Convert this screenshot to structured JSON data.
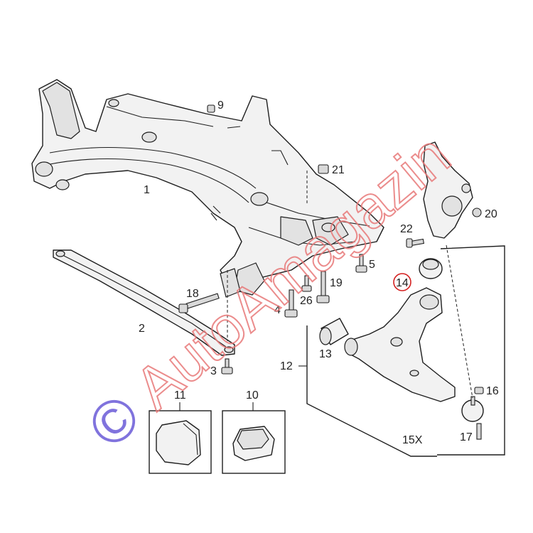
{
  "diagram": {
    "callouts": {
      "c1": "1",
      "c2": "2",
      "c3": "3",
      "c4": "4",
      "c5": "5",
      "c9": "9",
      "c10": "10",
      "c11": "11",
      "c12": "12",
      "c13": "13",
      "c14": "14",
      "c15x": "15X",
      "c16": "16",
      "c17": "17",
      "c18": "18",
      "c19": "19",
      "c20": "20",
      "c21": "21",
      "c22": "22",
      "c26": "26"
    },
    "watermark": {
      "copyright": "©",
      "text": "AutoAmagazin",
      "copyright_color": "#6a5bd8",
      "text_color": "#e87878"
    },
    "highlight_color": "#d42020"
  }
}
